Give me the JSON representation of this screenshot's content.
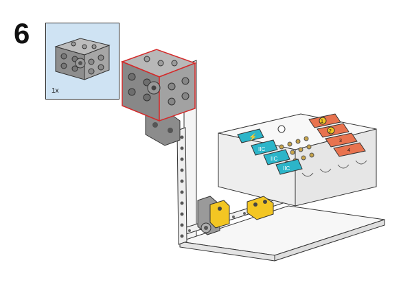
{
  "step": {
    "number": "6"
  },
  "parts_callout": {
    "quantity": "1x",
    "part_icon": "servo-motor-icon"
  },
  "controller": {
    "port_labels": [
      "IIC",
      "IIC",
      "IIC"
    ],
    "power_icon": "lightning-icon",
    "motor_ports": [
      "1",
      "2",
      "3",
      "4"
    ]
  },
  "colors": {
    "callout_background": "#cfe3f3",
    "motor_gray": "#9a9a9a",
    "port_blue": "#2cb5c9",
    "port_orange": "#e8734f",
    "connector_yellow": "#f3c623",
    "highlight_red": "#d42a2a"
  }
}
